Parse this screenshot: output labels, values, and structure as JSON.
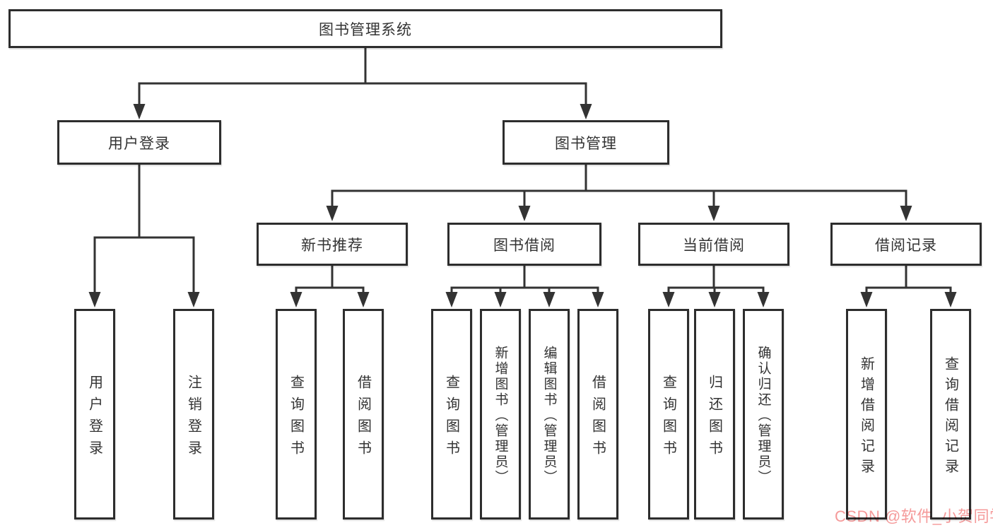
{
  "tree": {
    "root": {
      "label": "图书管理系统",
      "children": [
        {
          "label": "用户登录",
          "children": [
            {
              "label": "用户登录"
            },
            {
              "label": "注销登录"
            }
          ]
        },
        {
          "label": "图书管理",
          "children": [
            {
              "label": "新书推荐",
              "children": [
                {
                  "label": "查询图书"
                },
                {
                  "label": "借阅图书"
                }
              ]
            },
            {
              "label": "图书借阅",
              "children": [
                {
                  "label": "查询图书"
                },
                {
                  "label": "新增图书（管理员）"
                },
                {
                  "label": "编辑图书（管理员）"
                },
                {
                  "label": "借阅图书"
                }
              ]
            },
            {
              "label": "当前借阅",
              "children": [
                {
                  "label": "查询图书"
                },
                {
                  "label": "归还图书"
                },
                {
                  "label": "确认归还（管理员）"
                }
              ]
            },
            {
              "label": "借阅记录",
              "children": [
                {
                  "label": "新增借阅记录"
                },
                {
                  "label": "查询借阅记录"
                }
              ]
            }
          ]
        }
      ]
    }
  },
  "watermark": {
    "text": "CSDN @软件_小贺同学",
    "color": "#f59a9a"
  },
  "colors": {
    "line": "#333333",
    "box_border": "#2d2d2d",
    "text": "#333333",
    "background": "#ffffff"
  }
}
